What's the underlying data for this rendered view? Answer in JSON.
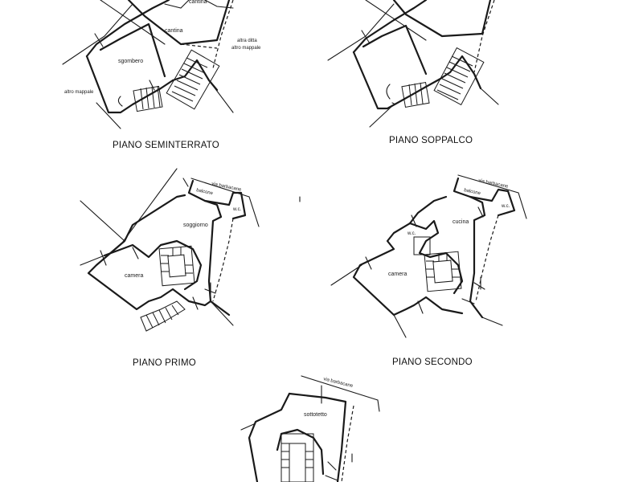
{
  "plans": {
    "seminterrato": {
      "title": "PIANO SEMINTERRATO",
      "rooms": {
        "cantina_top": "cantina",
        "cantina": "cantina",
        "sgombero": "sgombero"
      },
      "labels": {
        "altra_ditta": "altra ditta",
        "altro_mappale_right": "altro mappale",
        "altro_mappale_left": "altro mappale"
      }
    },
    "soppalco": {
      "title": "PIANO SOPPALCO"
    },
    "primo": {
      "title": "PIANO PRIMO",
      "street": "via barbacane",
      "rooms": {
        "balcone": "balcone",
        "wc": "w.c.",
        "soggiorno": "soggiorno",
        "camera": "camera"
      }
    },
    "secondo": {
      "title": "PIANO SECONDO",
      "street": "via barbacane",
      "rooms": {
        "balcone": "balcone",
        "wc_top": "w.c.",
        "cucina": "cucina",
        "wc": "w.c.",
        "camera": "camera"
      }
    },
    "sottotetto": {
      "street": "via barbacane",
      "rooms": {
        "sottotetto": "sottotetto"
      }
    }
  }
}
